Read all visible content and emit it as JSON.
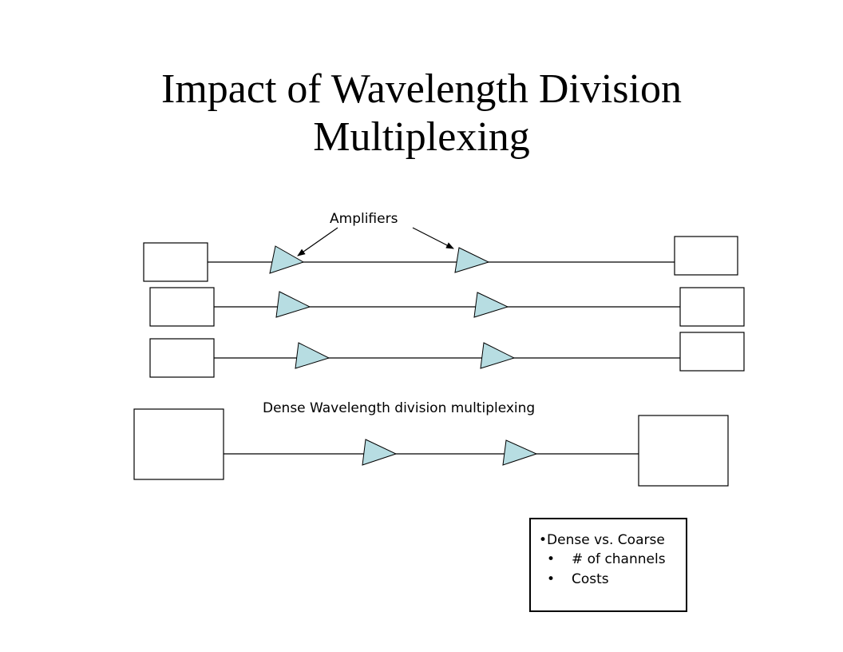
{
  "slide": {
    "title_line1": "Impact of Wavelength Division",
    "title_line2": "Multiplexing"
  },
  "diagram": {
    "amplifiers_label": "Amplifiers",
    "dwdm_label": "Dense Wavelength division multiplexing",
    "amplifier_fill": "#b7dde2",
    "line_color": "#000000"
  },
  "callout": {
    "heading": "Dense vs. Coarse",
    "items": [
      "# of channels",
      "Costs"
    ]
  }
}
